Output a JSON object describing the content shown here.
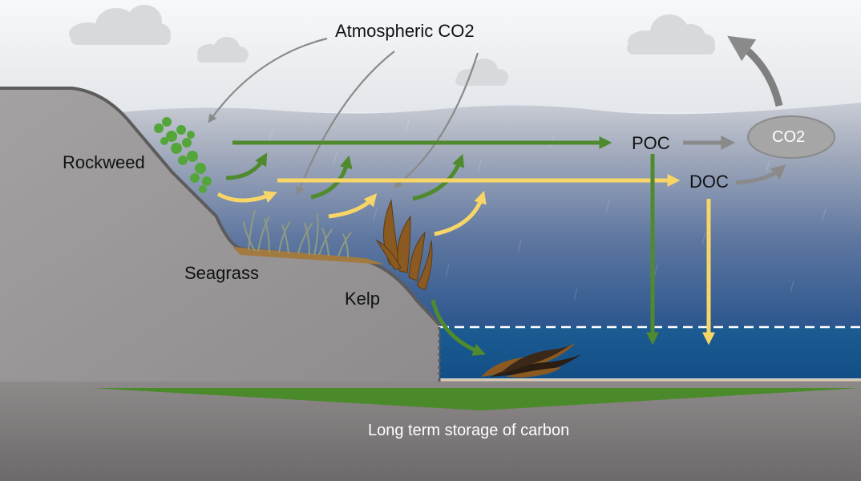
{
  "labels": {
    "atmospheric_co2": "Atmospheric CO2",
    "rockweed": "Rockweed",
    "seagrass": "Seagrass",
    "kelp": "Kelp",
    "poc": "POC",
    "doc": "DOC",
    "co2": "CO2",
    "storage": "Long term storage of carbon"
  },
  "colors": {
    "poc_flow": "#4f8a2e",
    "doc_flow": "#f7d667",
    "atmospheric_flow": "#8a8a8a",
    "sky": "#f2f4f7",
    "deep_water": "#16558c",
    "rock": "#9c9a9b"
  },
  "icons": [
    "cloud-icon",
    "rockweed-plant-icon",
    "seagrass-plant-icon",
    "kelp-plant-icon",
    "buried-kelp-icon"
  ]
}
